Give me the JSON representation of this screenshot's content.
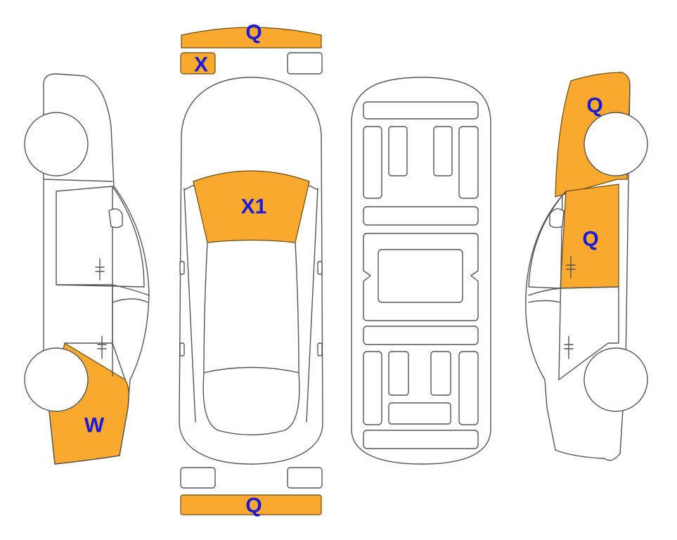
{
  "highlight_color": "#f9a92e",
  "label_color": "#1a1adb",
  "outline_color": "#555555",
  "labels": {
    "front_bumper": "Q",
    "front_left_headlight": "X",
    "windshield": "X1",
    "rear_bumper": "Q",
    "left_rear_quarter": "W",
    "right_front_fender": "Q",
    "right_front_door": "Q"
  }
}
